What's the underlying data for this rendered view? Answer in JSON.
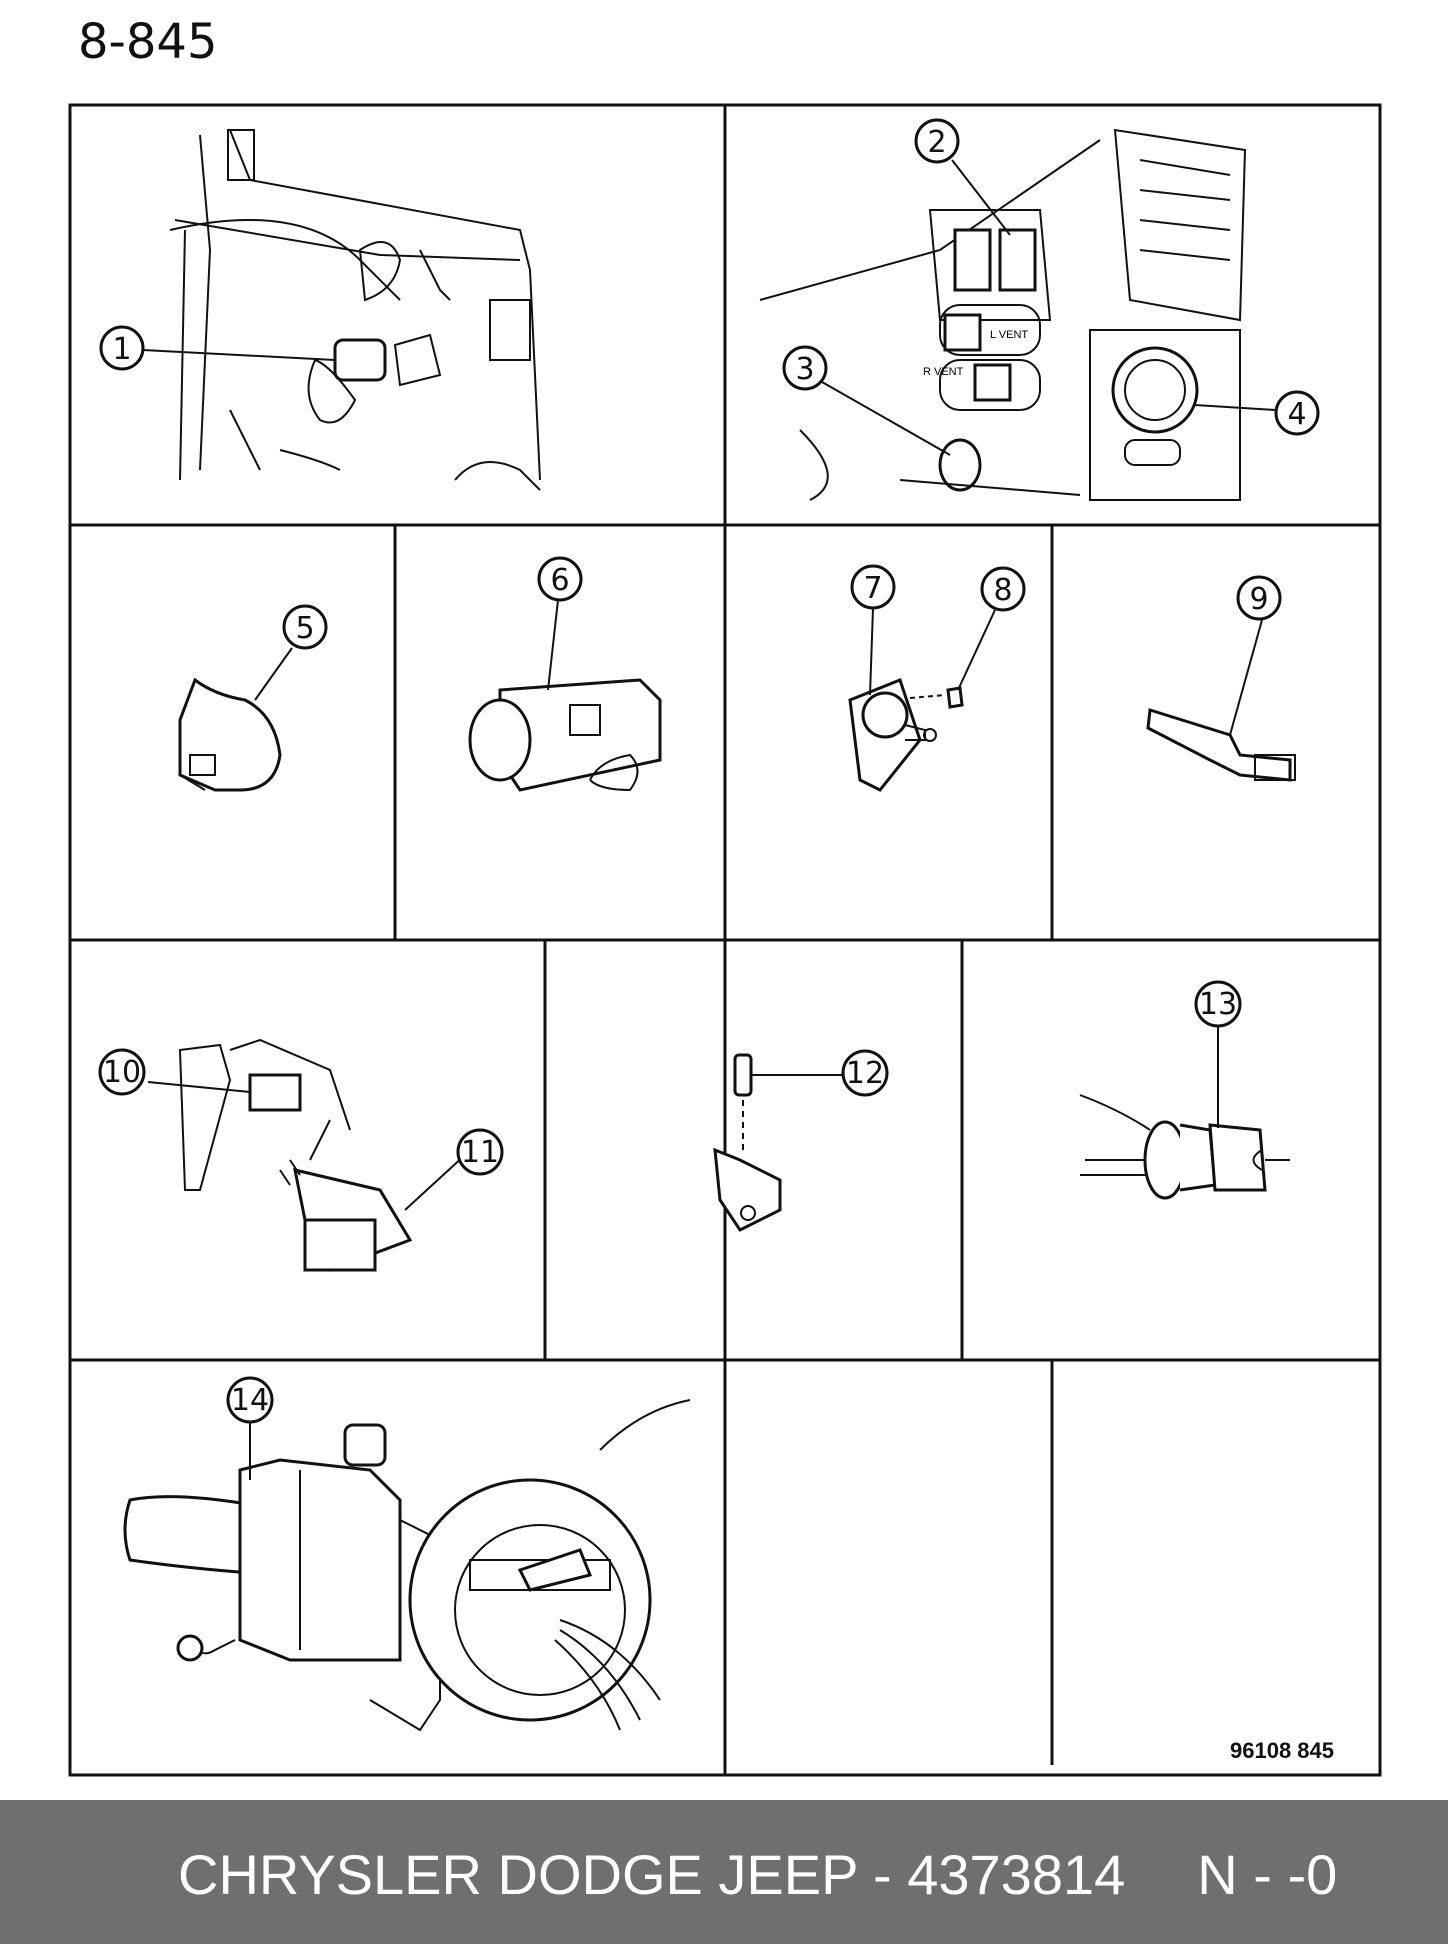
{
  "page_number": "8-845",
  "figure_code": "96108 845",
  "footer": {
    "brand": "CHRYSLER DODGE JEEP",
    "separator": " - ",
    "part_number": "4373814",
    "suffix": "N - -0"
  },
  "callouts": [
    "1",
    "2",
    "3",
    "4",
    "5",
    "6",
    "7",
    "8",
    "9",
    "10",
    "11",
    "12",
    "13",
    "14"
  ],
  "panel_labels": {
    "l_vent": "L VENT",
    "r_vent": "R VENT"
  }
}
